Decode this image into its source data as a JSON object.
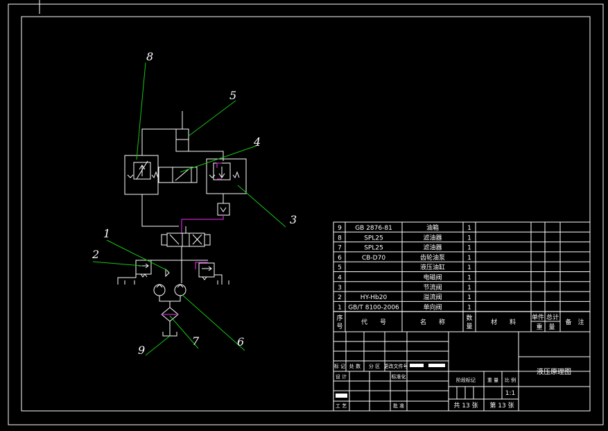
{
  "callouts": [
    "1",
    "2",
    "3",
    "4",
    "5",
    "6",
    "7",
    "8",
    "9"
  ],
  "parts_list": [
    {
      "no": "9",
      "code": "GB 2876-81",
      "name": "油箱",
      "qty": "1"
    },
    {
      "no": "8",
      "code": "SPL25",
      "name": "滤油器",
      "qty": "1"
    },
    {
      "no": "7",
      "code": "SPL25",
      "name": "滤油器",
      "qty": "1"
    },
    {
      "no": "6",
      "code": "CB-D70",
      "name": "齿轮油泵",
      "qty": "1"
    },
    {
      "no": "5",
      "code": "",
      "name": "液压油缸",
      "qty": "1"
    },
    {
      "no": "4",
      "code": "",
      "name": "电磁阀",
      "qty": "1"
    },
    {
      "no": "3",
      "code": "",
      "name": "节流阀",
      "qty": "1"
    },
    {
      "no": "2",
      "code": "HY-Hb20",
      "name": "溢流阀",
      "qty": "1"
    },
    {
      "no": "1",
      "code": "GB/T 8100-2006",
      "name": "单向阀",
      "qty": "1"
    }
  ],
  "header": {
    "seq_top": "序",
    "seq_bot": "号",
    "code": "代　　号",
    "name": "名　　称",
    "qty_top": "数",
    "qty_bot": "量",
    "material": "材　　料",
    "unit_weight": "单件",
    "total_weight": "总计",
    "weight": "重　量",
    "remarks": "备　注"
  },
  "title_block": {
    "mark": "标 记",
    "count": "处 数",
    "zone": "分 区",
    "doc_no": "更改文件号",
    "design": "设 计",
    "standardize": "标准化",
    "stage": "阶段标记",
    "weight": "重 量",
    "scale_label": "比 例",
    "scale": "1:1",
    "process": "工 艺",
    "approve": "批 准",
    "sheets_total": "共 13 张",
    "sheet_no": "第 13 张",
    "drawing_title": "液压原理图"
  }
}
